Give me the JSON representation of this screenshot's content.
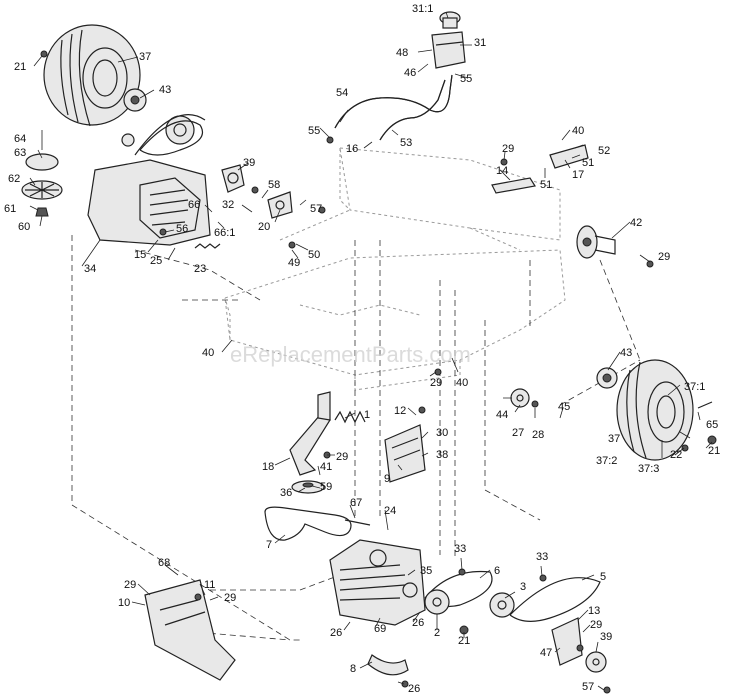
{
  "watermark": "eReplacementParts.com",
  "callouts": {
    "c21a": "21",
    "c37a": "37",
    "c43a": "43",
    "c64": "64",
    "c63": "63",
    "c62": "62",
    "c61": "61",
    "c60": "60",
    "c34": "34",
    "c15": "15",
    "c25": "25",
    "c56": "56",
    "c23": "23",
    "c66": "66",
    "c66_1": "66:1",
    "c32": "32",
    "c39a": "39",
    "c58": "58",
    "c20": "20",
    "c57a": "57",
    "c49": "49",
    "c50": "50",
    "c31_1": "31:1",
    "c48": "48",
    "c31": "31",
    "c46": "46",
    "c55a": "55",
    "c54": "54",
    "c55b": "55",
    "c53": "53",
    "c16": "16",
    "c29a": "29",
    "c14": "14",
    "c51a": "51",
    "c40a": "40",
    "c52": "52",
    "c51b": "51",
    "c17": "17",
    "c42": "42",
    "c29b": "29",
    "c40b": "40",
    "c29c": "29",
    "c40c": "40",
    "c43b": "43",
    "c37_1": "37:1",
    "c65": "65",
    "c37b": "37",
    "c37_2": "37:2",
    "c37_3": "37:3",
    "c22": "22",
    "c21b": "21",
    "c44": "44",
    "c27": "27",
    "c28": "28",
    "c45": "45",
    "c1": "1",
    "c12": "12",
    "c30": "30",
    "c18": "18",
    "c41": "41",
    "c29d": "29",
    "c9": "9",
    "c38": "38",
    "c36": "36",
    "c59": "59",
    "c67": "67",
    "c7": "7",
    "c24": "24",
    "c33a": "33",
    "c33b": "33",
    "c6": "6",
    "c35": "35",
    "c3": "3",
    "c5": "5",
    "c68": "68",
    "c11": "11",
    "c29e": "29",
    "c29f": "29",
    "c10": "10",
    "c26a": "26",
    "c69": "69",
    "c26b": "26",
    "c2": "2",
    "c21c": "21",
    "c13": "13",
    "c29g": "29",
    "c47": "47",
    "c39b": "39",
    "c8": "8",
    "c26c": "26",
    "c57b": "57"
  }
}
